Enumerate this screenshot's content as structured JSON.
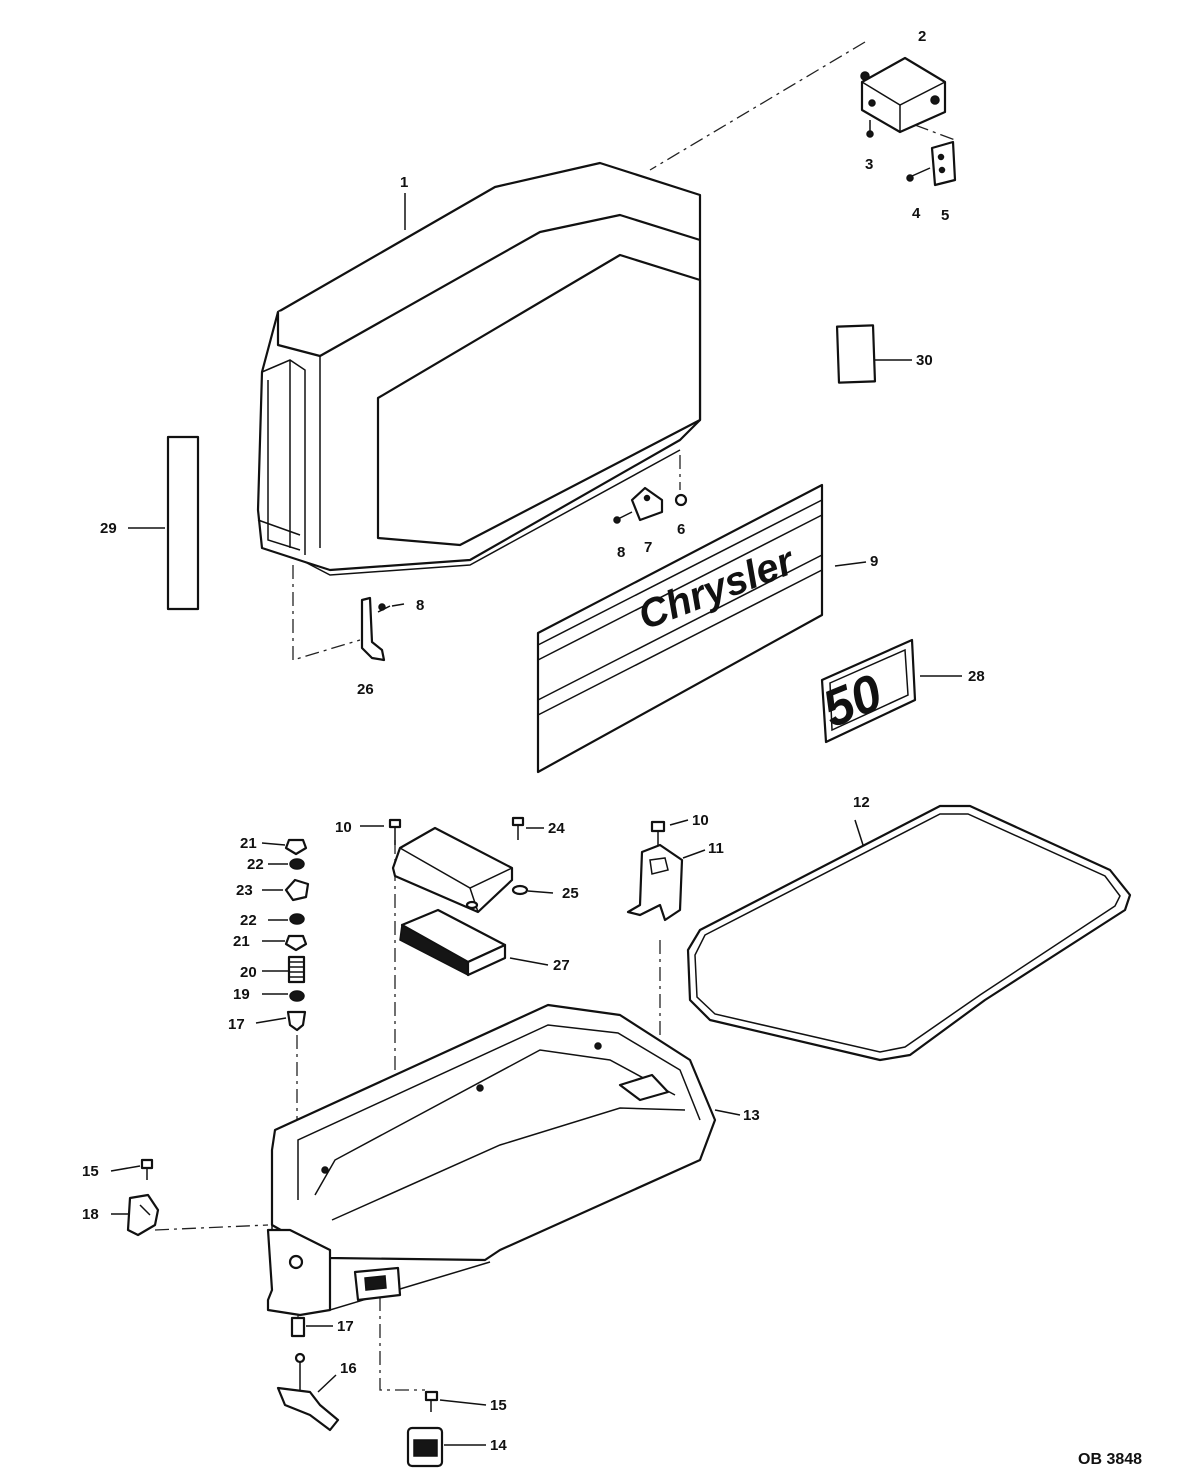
{
  "figure": {
    "reference": "OB 3848",
    "brand_label": "Chrysler",
    "hp_label": "50"
  },
  "callouts": {
    "c1": "1",
    "c2": "2",
    "c3": "3",
    "c4": "4",
    "c5": "5",
    "c6": "6",
    "c7": "7",
    "c8a": "8",
    "c8b": "8",
    "c9": "9",
    "c10a": "10",
    "c10b": "10",
    "c11": "11",
    "c12": "12",
    "c13": "13",
    "c14": "14",
    "c15a": "15",
    "c15b": "15",
    "c16": "16",
    "c17a": "17",
    "c17b": "17",
    "c18": "18",
    "c19": "19",
    "c20": "20",
    "c21a": "21",
    "c21b": "21",
    "c22a": "22",
    "c22b": "22",
    "c23": "23",
    "c24": "24",
    "c25": "25",
    "c26": "26",
    "c27": "27",
    "c28": "28",
    "c29": "29",
    "c30": "30"
  }
}
